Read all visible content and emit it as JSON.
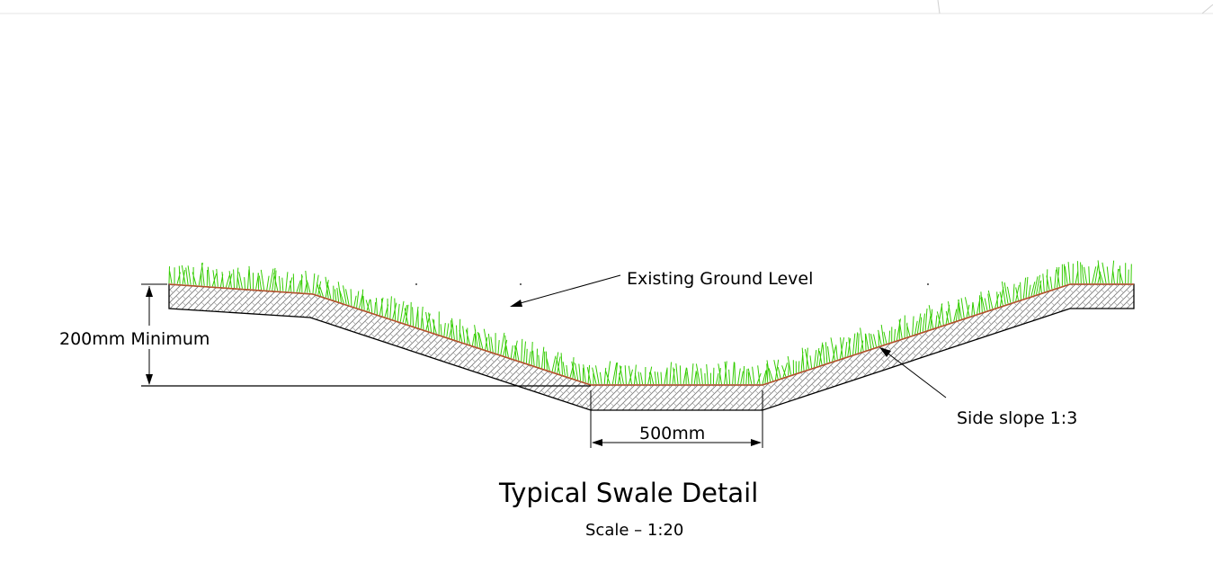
{
  "drawing": {
    "title": "Typical Swale Detail",
    "scale": "Scale – 1:20",
    "labels": {
      "existing_ground": "Existing Ground Level",
      "min_depth": "200mm Minimum",
      "base_width": "500mm",
      "side_slope": "Side slope 1:3"
    }
  },
  "colors": {
    "line": "#000000",
    "grass": "#33cc00",
    "topsoil": "#b5522a",
    "hatch": "#777777",
    "background": "#ffffff"
  }
}
